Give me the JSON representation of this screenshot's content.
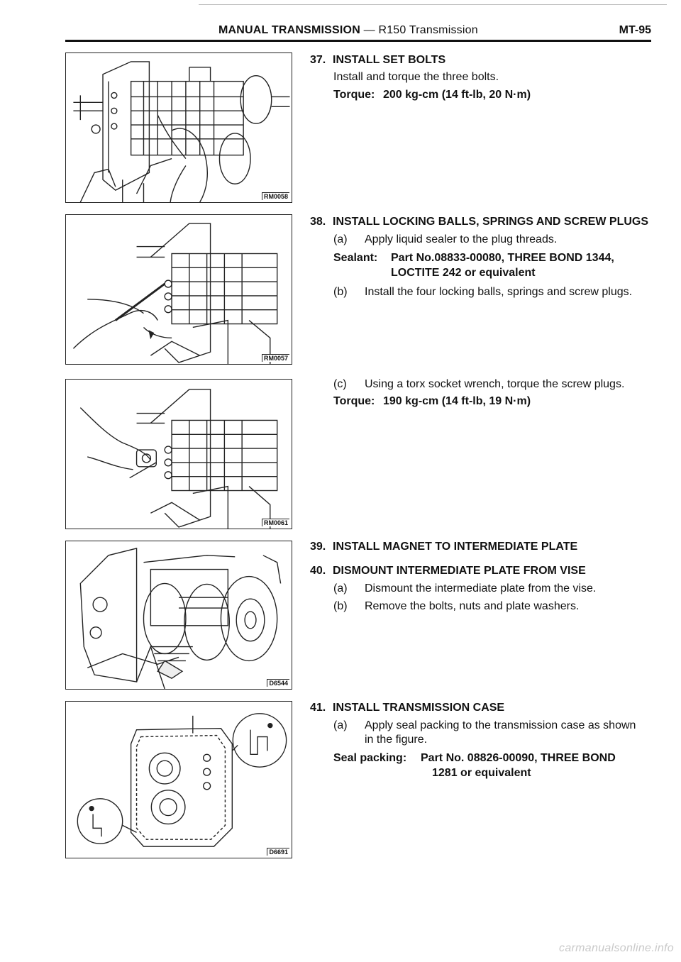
{
  "header": {
    "section": "MANUAL TRANSMISSION",
    "separator": " — ",
    "subsection": "R150 Transmission",
    "page_code": "MT-95"
  },
  "figures": [
    {
      "code": "RM0058"
    },
    {
      "code": "RM0057"
    },
    {
      "code": "RM0061"
    },
    {
      "code": "D6544"
    },
    {
      "code": "D6691"
    }
  ],
  "steps": {
    "s37": {
      "num": "37.",
      "title": "INSTALL SET BOLTS",
      "text": "Install and torque the three bolts.",
      "torque_label": "Torque:",
      "torque_value": "200 kg-cm (14 ft-lb, 20 N·m)"
    },
    "s38": {
      "num": "38.",
      "title": "INSTALL LOCKING BALLS, SPRINGS AND SCREW PLUGS",
      "a_letter": "(a)",
      "a_text": "Apply liquid sealer to the plug threads.",
      "sealant_label": "Sealant:",
      "sealant_line1": "Part No.08833-00080, THREE BOND 1344,",
      "sealant_line2": "LOCTITE 242 or equivalent",
      "b_letter": "(b)",
      "b_text": "Install the four locking balls, springs and screw plugs.",
      "c_letter": "(c)",
      "c_text": "Using a torx socket wrench, torque the screw plugs.",
      "torque_label": "Torque:",
      "torque_value": "190 kg-cm (14 ft-lb, 19 N·m)"
    },
    "s39": {
      "num": "39.",
      "title": "INSTALL MAGNET TO INTERMEDIATE PLATE"
    },
    "s40": {
      "num": "40.",
      "title": "DISMOUNT INTERMEDIATE PLATE FROM VISE",
      "a_letter": "(a)",
      "a_text": "Dismount the intermediate plate from the vise.",
      "b_letter": "(b)",
      "b_text": "Remove the bolts, nuts and plate washers."
    },
    "s41": {
      "num": "41.",
      "title": "INSTALL TRANSMISSION CASE",
      "a_letter": "(a)",
      "a_text_line1": "Apply seal packing to the transmission case as shown",
      "a_text_line2": "in the figure.",
      "seal_label": "Seal packing:",
      "seal_line1": "Part No. 08826-00090, THREE BOND",
      "seal_line2": "1281 or equivalent"
    }
  },
  "footer": {
    "watermark": "carmanualsonline.info"
  }
}
